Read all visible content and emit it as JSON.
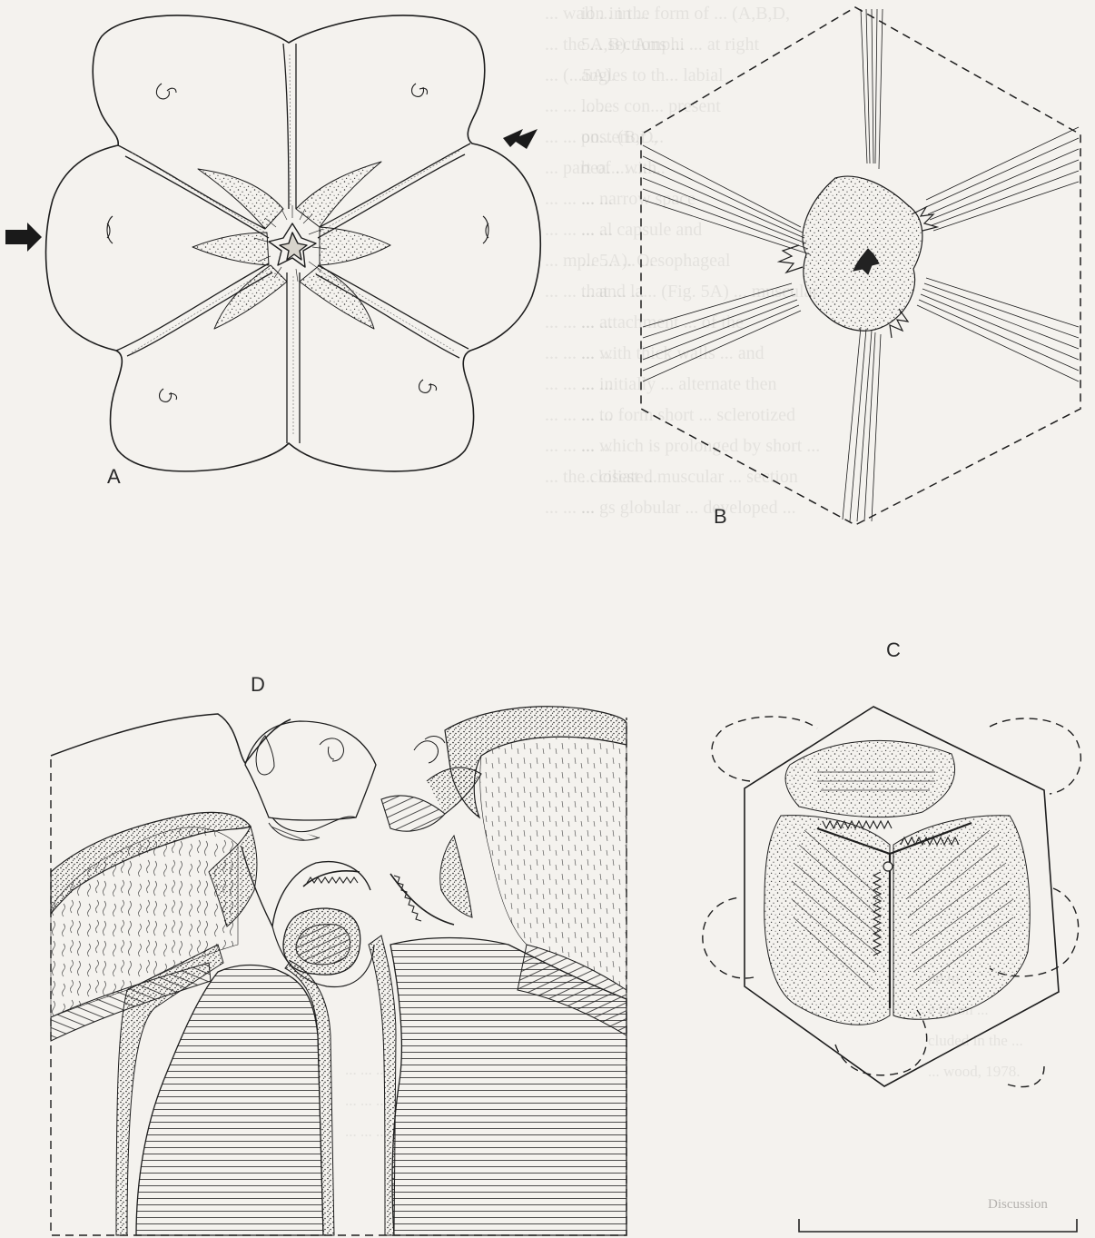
{
  "figure": {
    "panel_labels": {
      "a": "A",
      "b": "B",
      "c": "C",
      "d": "D"
    }
  },
  "background_text": {
    "right_column": [
      "ion in the form of ... (A,B,D,",
      "5A,B). Amphi ... at right",
      "angles to th... labial",
      "lobes con... present",
      "on... (B,D,",
      "bea... with",
      "... narrow space",
      "... al capsule and",
      "... 5A). Oesophageal",
      "... and la... (Fig. 5A) ... muscular",
      "... attachment ... of the",
      "... with thick walls ... and",
      "... initially ... alternate then",
      "... to form short ... sclerotized",
      "... which is prolonged by short ... ",
      "... ciliated muscular ... section",
      "... gs globular ... developed ..."
    ],
    "middle_column": [
      "... wall ... in ... ",
      "... the ... sections ...",
      "... (...5A).",
      "... ... ... ...",
      "... ... posterior ...",
      "... part of ... ... ...",
      "... ... ... ...",
      "... ... ... ...",
      "... mple ... ... ...",
      "... ... that ... ...",
      "... ... ... ...",
      "... ... ... ...",
      "... ... ... ...",
      "... ... ... ...",
      "... ... ... ...",
      "... the closest ...",
      "... ... ..."
    ],
    "lower_right": [
      "nd to ...",
      "e taxon ...",
      "cluded in the ... ",
      "... wood, 1978."
    ],
    "lower_mid": [
      "... ... ...",
      "... ... ...",
      "... ... ..."
    ],
    "discussion": "Discussion"
  }
}
